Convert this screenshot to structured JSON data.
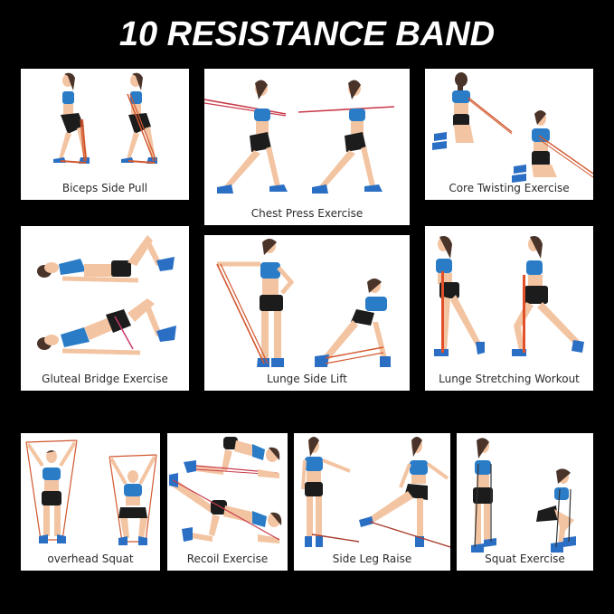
{
  "title": "10 RESISTANCE BAND",
  "colors": {
    "background": "#000000",
    "panel": "#ffffff",
    "title": "#ffffff",
    "label": "#2b2b2b",
    "skin": "#f3c4a2",
    "top": "#2a7cc7",
    "shorts": "#1c1c1c",
    "shoes": "#2a6fc4",
    "hair": "#4a3328",
    "band": "#d2572e"
  },
  "exercises": [
    {
      "id": 1,
      "label": "Biceps Side Pull",
      "icon": "biceps-side-pull-illustration"
    },
    {
      "id": 2,
      "label": "Chest Press Exercise",
      "icon": "chest-press-illustration"
    },
    {
      "id": 3,
      "label": "Core Twisting Exercise",
      "icon": "core-twisting-illustration"
    },
    {
      "id": 4,
      "label": "Gluteal Bridge Exercise",
      "icon": "gluteal-bridge-illustration"
    },
    {
      "id": 5,
      "label": "Lunge Side Lift",
      "icon": "lunge-side-lift-illustration"
    },
    {
      "id": 6,
      "label": "Lunge Stretching Workout",
      "icon": "lunge-stretching-illustration"
    },
    {
      "id": 7,
      "label": "overhead Squat",
      "icon": "overhead-squat-illustration"
    },
    {
      "id": 8,
      "label": "Recoil Exercise",
      "icon": "recoil-exercise-illustration"
    },
    {
      "id": 9,
      "label": "Side Leg Raise",
      "icon": "side-leg-raise-illustration"
    },
    {
      "id": 10,
      "label": "Squat Exercise",
      "icon": "squat-exercise-illustration"
    }
  ]
}
